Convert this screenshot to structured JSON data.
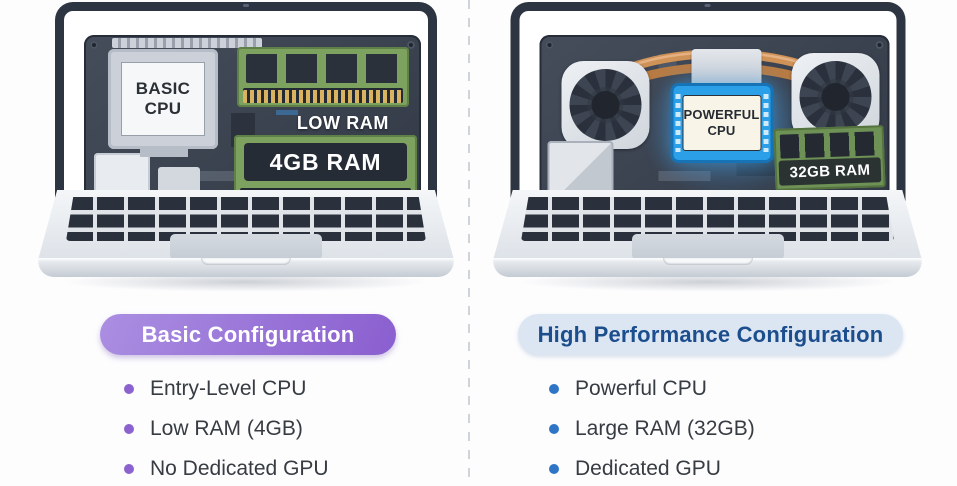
{
  "divider": {
    "type": "vertical-dashed",
    "color": "#cfd4da"
  },
  "basic": {
    "laptop": {
      "cpu_label_line1": "BASIC",
      "cpu_label_line2": "CPU",
      "ram_top_label": "LOW RAM",
      "ram_bottom_label": "4GB RAM"
    },
    "badge": {
      "label": "Basic Configuration",
      "text_color": "#ffffff",
      "bg_from": "#ab8fe2",
      "bg_to": "#8a5ecf"
    },
    "bullet_color": "#8a63cf",
    "bullets": [
      "Entry-Level CPU",
      "Low RAM (4GB)",
      "No Dedicated GPU"
    ]
  },
  "high_performance": {
    "laptop": {
      "cpu_label_line1": "POWERFUL",
      "cpu_label_line2": "CPU",
      "ram_label": "32GB RAM"
    },
    "badge": {
      "label": "High Performance Configuration",
      "text_color": "#1c4e8e",
      "bg": "#dce6f3"
    },
    "bullet_color": "#2e75c6",
    "bullets": [
      "Powerful CPU",
      "Large RAM (32GB)",
      "Dedicated GPU"
    ]
  }
}
